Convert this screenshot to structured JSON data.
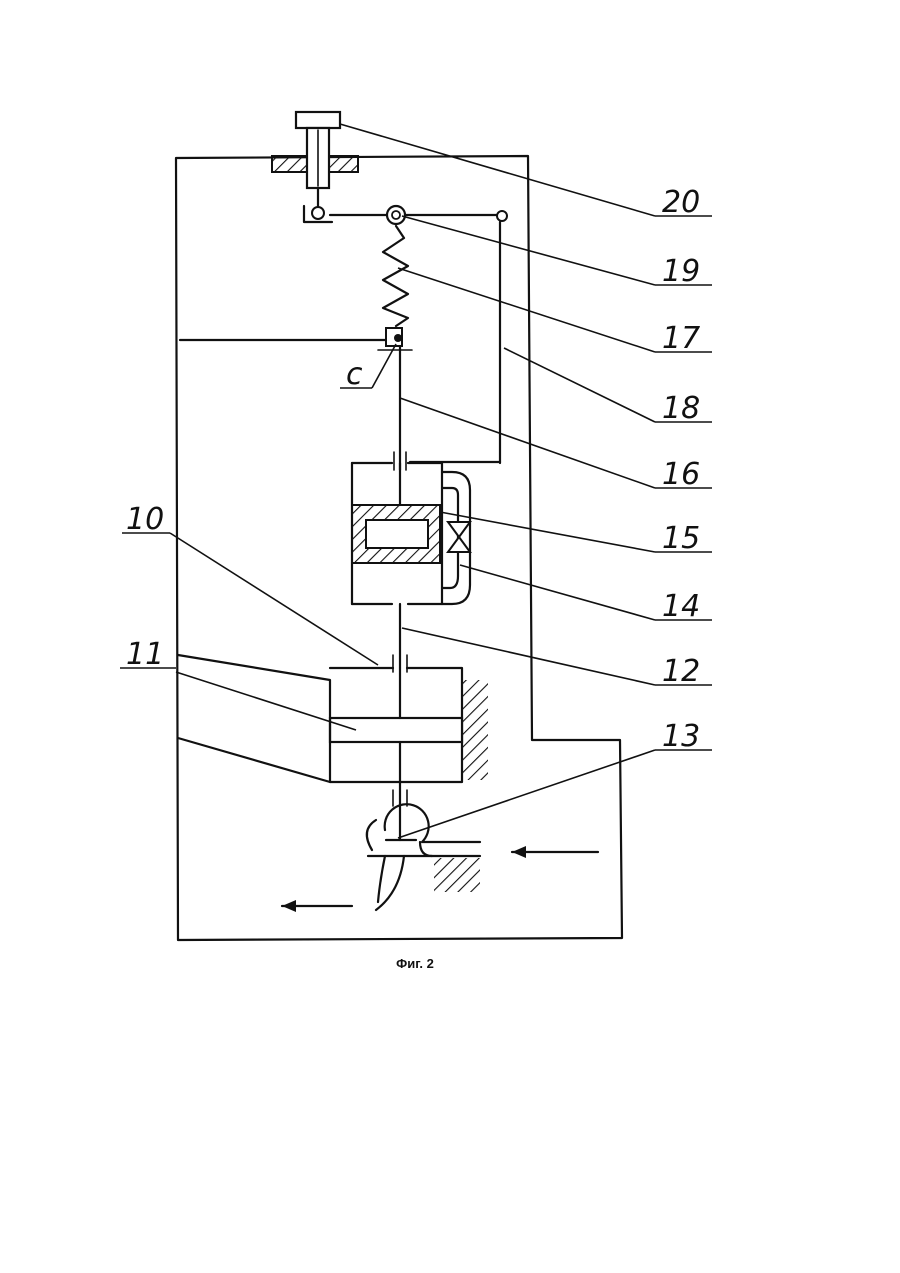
{
  "figure": {
    "caption": "Фиг. 2",
    "ref_labels": {
      "r20": "20",
      "r19": "19",
      "r17": "17",
      "r18": "18",
      "r16": "16",
      "r15": "15",
      "r14": "14",
      "r12": "12",
      "r13": "13",
      "r10": "10",
      "r11": "11",
      "rc": "c"
    }
  }
}
